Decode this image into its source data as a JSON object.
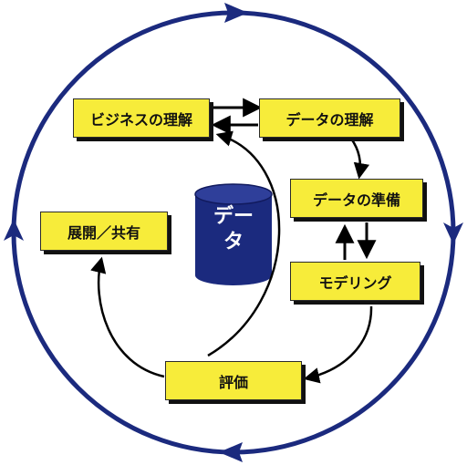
{
  "diagram": {
    "stages": {
      "business_understanding": "ビジネスの理解",
      "data_understanding": "データの理解",
      "data_preparation": "データの準備",
      "modeling": "モデリング",
      "evaluation": "評価",
      "deployment": "展開／共有"
    },
    "center": {
      "line1": "デー",
      "line2": "タ"
    },
    "colors": {
      "cycle": "#1b2a7e",
      "box_fill": "#f7ec3a",
      "arrow": "#000000",
      "cylinder": "#1b2a7e"
    }
  }
}
